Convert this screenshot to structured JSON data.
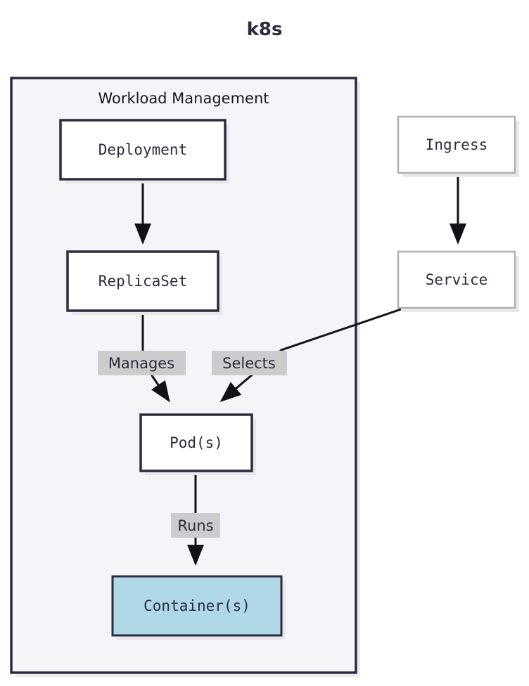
{
  "diagram": {
    "title": "k8s",
    "type": "flowchart",
    "direction": "top-down",
    "background": "#ffffff",
    "title_color": "#2b2b40"
  },
  "cluster": {
    "label": "Workload Management",
    "fill": "#f5f5f9",
    "stroke": "#2b2b40"
  },
  "nodes": [
    {
      "id": "deployment",
      "label": "Deployment",
      "style": "dark",
      "fill": "#ffffff",
      "stroke": "#2b2b40",
      "in_cluster": true
    },
    {
      "id": "replicaset",
      "label": "ReplicaSet",
      "style": "dark",
      "fill": "#ffffff",
      "stroke": "#2b2b40",
      "in_cluster": true
    },
    {
      "id": "pods",
      "label": "Pod(s)",
      "style": "dark",
      "fill": "#ffffff",
      "stroke": "#2b2b40",
      "in_cluster": true
    },
    {
      "id": "containers",
      "label": "Container(s)",
      "style": "accent",
      "fill": "#aed8e6",
      "stroke": "#2b2b40",
      "in_cluster": true
    },
    {
      "id": "ingress",
      "label": "Ingress",
      "style": "light",
      "fill": "#ffffff",
      "stroke": "#b0b0b0",
      "in_cluster": false
    },
    {
      "id": "service",
      "label": "Service",
      "style": "light",
      "fill": "#ffffff",
      "stroke": "#b0b0b0",
      "in_cluster": false
    }
  ],
  "edges": [
    {
      "id": "deployment-replicaset",
      "from": "deployment",
      "to": "replicaset",
      "label": ""
    },
    {
      "id": "replicaset-pods",
      "from": "replicaset",
      "to": "pods",
      "label": "Manages"
    },
    {
      "id": "service-pods",
      "from": "service",
      "to": "pods",
      "label": "Selects"
    },
    {
      "id": "pods-containers",
      "from": "pods",
      "to": "containers",
      "label": "Runs"
    },
    {
      "id": "ingress-service",
      "from": "ingress",
      "to": "service",
      "label": ""
    }
  ],
  "edge_labels": {
    "manages": "Manages",
    "selects": "Selects",
    "runs": "Runs",
    "background": "#cccccc",
    "color": "#2b2b40"
  }
}
